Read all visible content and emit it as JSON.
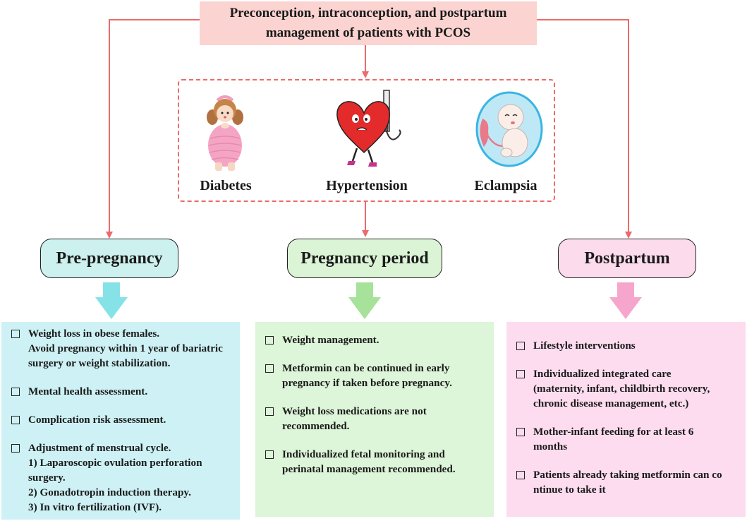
{
  "title": {
    "line1": "Preconception, intraconception, and postpartum",
    "line2": "management of patients with PCOS"
  },
  "risks": [
    {
      "label": "Diabetes",
      "icon": "obese-woman-icon"
    },
    {
      "label": "Hypertension",
      "icon": "heart-blood-pressure-icon"
    },
    {
      "label": "Eclampsia",
      "icon": "fetus-icon"
    }
  ],
  "phases": [
    {
      "label": "Pre-pregnancy",
      "pill_color": "#cdf1ef",
      "card_color": "#cdf1f4",
      "arrow_color": "#85e3e8",
      "items": [
        {
          "lines": [
            "Weight loss in obese females.",
            "Avoid pregnancy within 1 year of bariatric",
            "surgery or weight stabilization."
          ]
        },
        {
          "lines": [
            "Mental health assessment."
          ]
        },
        {
          "lines": [
            "Complication risk assessment."
          ]
        },
        {
          "lines": [
            "Adjustment of menstrual cycle.",
            "1) Laparoscopic ovulation perforation",
            "surgery.",
            "2) Gonadotropin induction therapy.",
            "3) In vitro fertilization (IVF)."
          ]
        }
      ]
    },
    {
      "label": "Pregnancy period",
      "pill_color": "#dcf4d6",
      "card_color": "#ddf5d8",
      "arrow_color": "#a6e29a",
      "items": [
        {
          "lines": [
            "Weight management."
          ]
        },
        {
          "lines": [
            "Metformin can be continued in early",
            "pregnancy if taken before pregnancy."
          ]
        },
        {
          "lines": [
            "Weight loss medications are not",
            "recommended."
          ]
        },
        {
          "lines": [
            "Individualized fetal monitoring and",
            "perinatal management recommended."
          ]
        }
      ]
    },
    {
      "label": "Postpartum",
      "pill_color": "#fcdcec",
      "card_color": "#fcdcee",
      "arrow_color": "#f6a6cc",
      "items": [
        {
          "lines": [
            "Lifestyle interventions"
          ]
        },
        {
          "lines": [
            "Individualized integrated care",
            "(maternity,  infant, childbirth recovery,",
            "chronic disease management, etc.)"
          ]
        },
        {
          "lines": [
            "Mother-infant feeding for at least 6",
            "months"
          ]
        },
        {
          "lines": [
            "Patients already taking metformin can co",
            "ntinue to take it"
          ]
        }
      ]
    }
  ],
  "connector_color": "#ec6a6a"
}
